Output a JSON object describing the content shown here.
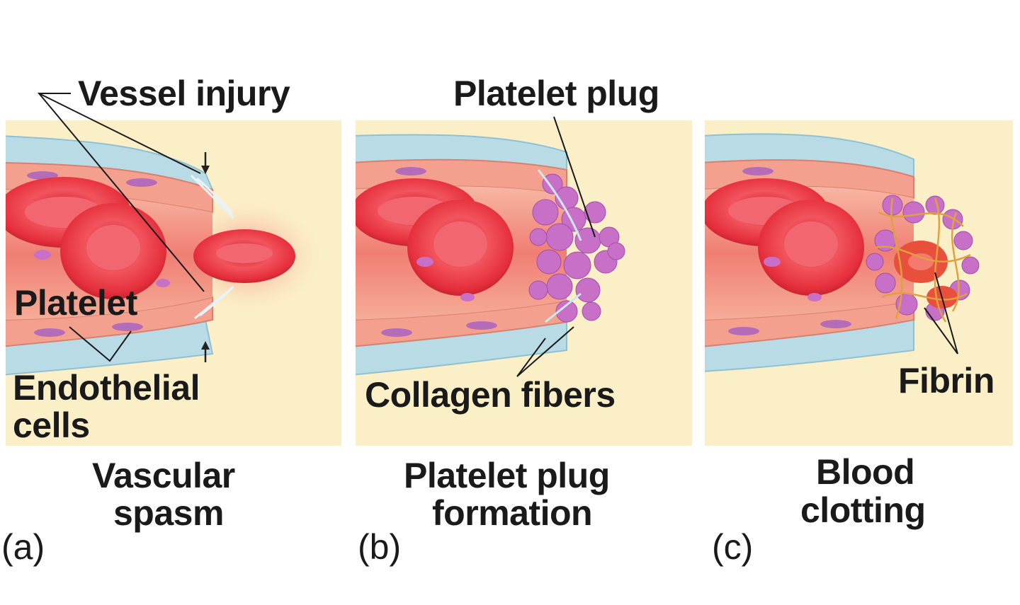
{
  "panels": [
    {
      "id": "a",
      "tag": "(a)",
      "caption_line1": "Vascular",
      "caption_line2": "spasm",
      "labels": {
        "vessel_injury": "Vessel injury",
        "platelet": "Platelet",
        "endothelial_line1": "Endothelial",
        "endothelial_line2": "cells"
      }
    },
    {
      "id": "b",
      "tag": "(b)",
      "caption_line1": "Platelet plug",
      "caption_line2": "formation",
      "labels": {
        "platelet_plug": "Platelet plug",
        "collagen_fibers": "Collagen fibers"
      }
    },
    {
      "id": "c",
      "tag": "(c)",
      "caption_line1": "Blood",
      "caption_line2": "clotting",
      "labels": {
        "fibrin": "Fibrin"
      }
    }
  ],
  "colors": {
    "panel_background": "#fbefc8",
    "vessel_wall_outer": "#b9dbe6",
    "vessel_wall_inner": "#f4a793",
    "lumen": "#f08a7c",
    "red_blood_cell": "#e8303b",
    "platelet": "#c870c8",
    "fibrin": "#e0a040"
  }
}
